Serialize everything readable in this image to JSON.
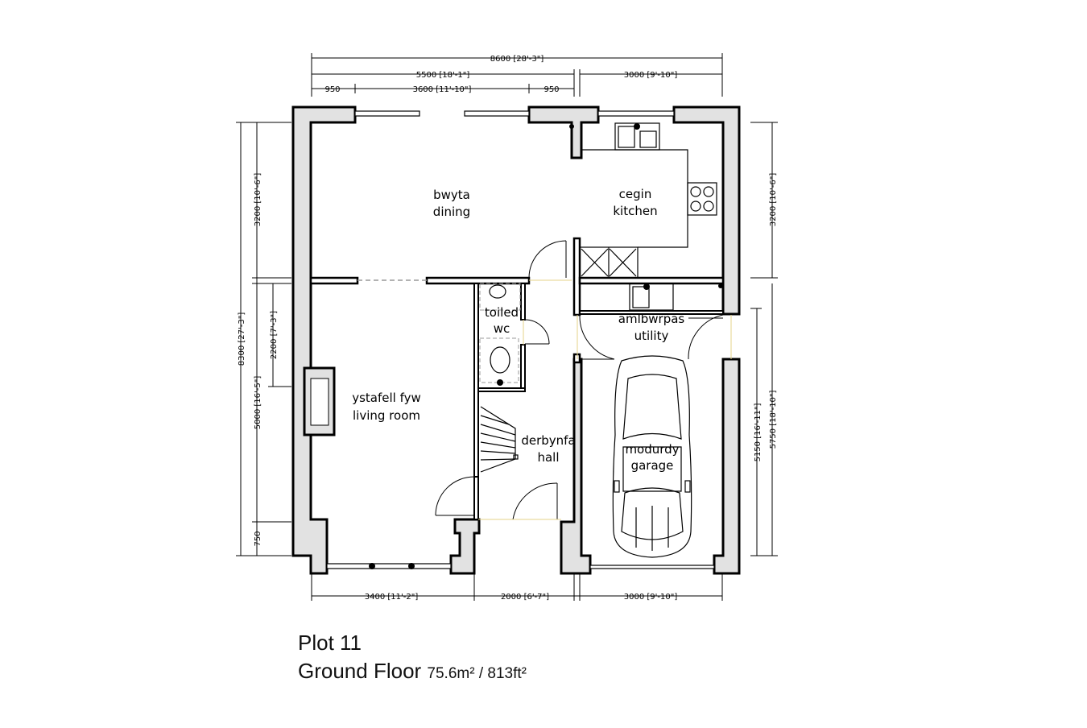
{
  "dimensions": {
    "top_total": "8600 [28'-3\"]",
    "top_left": "5500 [18'-1\"]",
    "top_right": "3000 [9'-10\"]",
    "top_small_a": "950",
    "top_mid": "3600 [11'-10\"]",
    "top_small_b": "950",
    "bottom_left": "3400 [11'-2\"]",
    "bottom_mid": "2000 [6'-7\"]",
    "bottom_right": "3000 [9'-10\"]",
    "left_total": "8300 [27'-3\"]",
    "left_upper": "3200 [10'-6\"]",
    "left_wc": "2200 [7'-3\"]",
    "left_lower": "5000 [16'-5\"]",
    "left_bottom": "750",
    "right_upper": "3200 [10'-6\"]",
    "right_garage_inner": "5150 [16'-11\"]",
    "right_garage_outer": "5750 [18'-10\"]"
  },
  "rooms": {
    "dining_cy": "bwyta",
    "dining_en": "dining",
    "kitchen_cy": "cegin",
    "kitchen_en": "kitchen",
    "wc_cy": "toiled",
    "wc_en": "wc",
    "utility_cy": "amlbwrpas",
    "utility_en": "utility",
    "living_cy": "ystafell fyw",
    "living_en": "living room",
    "hall_cy": "derbynfa",
    "hall_en": "hall",
    "garage_cy": "modurdy",
    "garage_en": "garage"
  },
  "caption": {
    "plot": "Plot 11",
    "floor": "Ground Floor",
    "area": "75.6m² / 813ft²"
  },
  "colors": {
    "wall_fill": "#e2e2e2",
    "line": "#000000"
  }
}
